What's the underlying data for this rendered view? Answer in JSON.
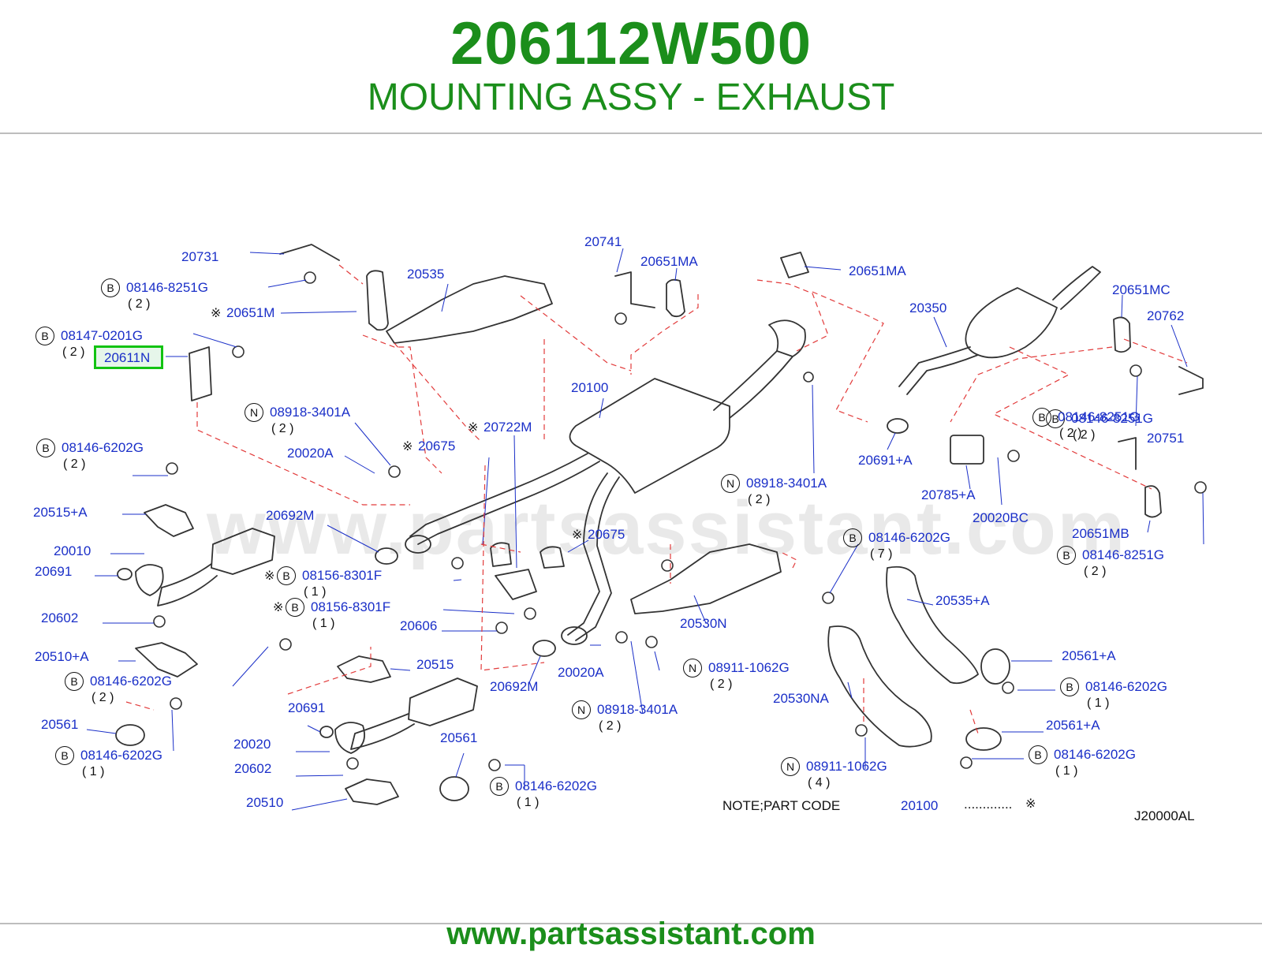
{
  "header": {
    "part_number": "206112W500",
    "title": "MOUNTING ASSY - EXHAUST"
  },
  "footer": {
    "url": "www.partsassistant.com"
  },
  "watermark": "www.partsassistant.com",
  "highlight": {
    "label": "20611N"
  },
  "symbols": {
    "bolt": "B",
    "nut": "N",
    "note_mark": "※"
  },
  "callouts": [
    {
      "label": "20731"
    },
    {
      "label": "08146-8251G",
      "symbol": "B",
      "qty": "( 2 )"
    },
    {
      "label": "20651M",
      "note": "※"
    },
    {
      "label": "08147-0201G",
      "symbol": "B",
      "qty": "( 2 )"
    },
    {
      "label": "20535"
    },
    {
      "label": "20741"
    },
    {
      "label": "20651MA"
    },
    {
      "label": "20651MA"
    },
    {
      "label": "20350"
    },
    {
      "label": "20651MC"
    },
    {
      "label": "20762"
    },
    {
      "label": "08146-8251G",
      "symbol": "B",
      "qty": "( 2 )"
    },
    {
      "label": "20100"
    },
    {
      "label": "08918-3401A",
      "symbol": "N",
      "qty": "( 2 )"
    },
    {
      "label": "20722M",
      "note": "※"
    },
    {
      "label": "20675",
      "note": "※"
    },
    {
      "label": "20020A"
    },
    {
      "label": "08146-6202G",
      "symbol": "B",
      "qty": "( 2 )"
    },
    {
      "label": "20515+A"
    },
    {
      "label": "20692M"
    },
    {
      "label": "20010"
    },
    {
      "label": "20691"
    },
    {
      "label": "20602"
    },
    {
      "label": "08156-8301F",
      "symbol": "B",
      "qty": "( 1 )",
      "note": "※"
    },
    {
      "label": "08156-8301F",
      "symbol": "B",
      "qty": "( 1 )",
      "note": "※"
    },
    {
      "label": "20606"
    },
    {
      "label": "20675",
      "note": "※"
    },
    {
      "label": "20530N"
    },
    {
      "label": "08146-6202G",
      "symbol": "B",
      "qty": "( 7 )"
    },
    {
      "label": "20535+A"
    },
    {
      "label": "20691+A"
    },
    {
      "label": "08146-8251G",
      "symbol": "B",
      "qty": "( 2 )"
    },
    {
      "label": "20751"
    },
    {
      "label": "20785+A"
    },
    {
      "label": "20020BC"
    },
    {
      "label": "08918-3401A",
      "symbol": "N",
      "qty": "( 2 )"
    },
    {
      "label": "20651MB"
    },
    {
      "label": "08146-8251G",
      "symbol": "B",
      "qty": "( 2 )"
    },
    {
      "label": "20510+A"
    },
    {
      "label": "08146-6202G",
      "symbol": "B",
      "qty": "( 2 )"
    },
    {
      "label": "20561"
    },
    {
      "label": "08146-6202G",
      "symbol": "B",
      "qty": "( 1 )"
    },
    {
      "label": "20515"
    },
    {
      "label": "20692M"
    },
    {
      "label": "20020A"
    },
    {
      "label": "08911-1062G",
      "symbol": "N",
      "qty": "( 2 )"
    },
    {
      "label": "08918-3401A",
      "symbol": "N",
      "qty": "( 2 )"
    },
    {
      "label": "20691"
    },
    {
      "label": "20020"
    },
    {
      "label": "20602"
    },
    {
      "label": "20510"
    },
    {
      "label": "20561"
    },
    {
      "label": "08146-6202G",
      "symbol": "B",
      "qty": "( 1 )"
    },
    {
      "label": "20530NA"
    },
    {
      "label": "08911-1062G",
      "symbol": "N",
      "qty": "( 4 )"
    },
    {
      "label": "20561+A"
    },
    {
      "label": "08146-6202G",
      "symbol": "B",
      "qty": "( 1 )"
    },
    {
      "label": "20561+A"
    },
    {
      "label": "08146-6202G",
      "symbol": "B",
      "qty": "( 1 )"
    }
  ],
  "note": {
    "text": "NOTE;PART   CODE",
    "code": "20100",
    "dots": ".............",
    "mark": "※"
  },
  "drawing_code": "J20000AL",
  "colors": {
    "brand_green": "#1b8e1b",
    "label_blue": "#1a2fc8",
    "highlight_border": "#12c312",
    "dash_red": "#e23b3b"
  }
}
